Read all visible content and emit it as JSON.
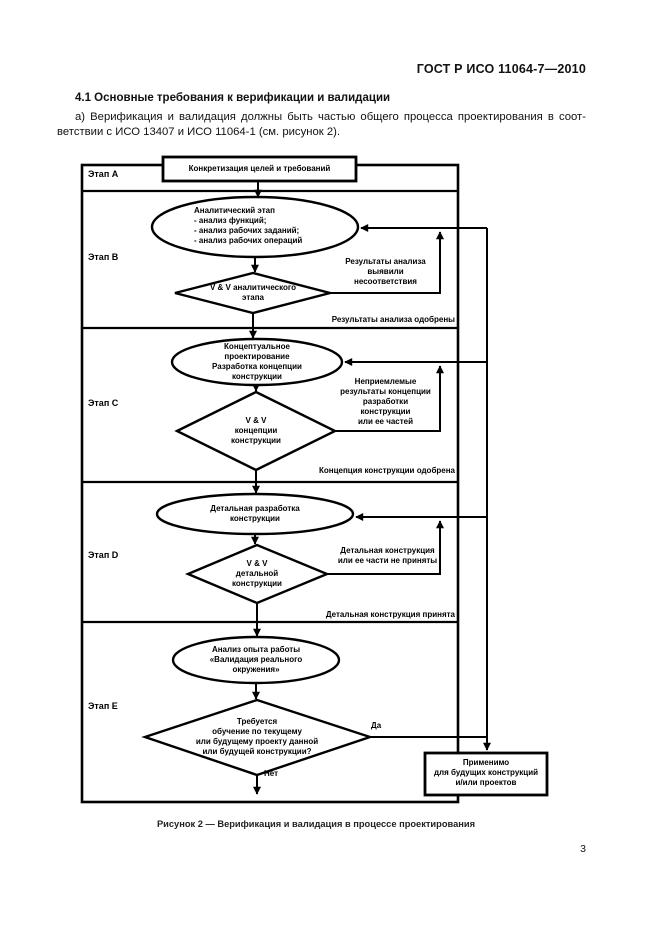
{
  "page": {
    "header": "ГОСТ Р ИСО 11064-7—2010",
    "section_heading": "4.1  Основные требования к верификации и валидации",
    "paragraph_line1": "а) Верификация и валидация должны быть частью общего процесса проектирования в соот-",
    "paragraph_line2": "ветствии с ИСО 13407 и ИСО 11064-1 (см. рисунок 2).",
    "figure_caption": "Рисунок 2 — Верификация и валидация в процессе проектирования",
    "page_number": "3"
  },
  "flowchart": {
    "stages": {
      "a": "Этап A",
      "b": "Этап B",
      "c": "Этап C",
      "d": "Этап D",
      "e": "Этап E"
    },
    "start_box": "Конкретизация целей и требований",
    "stage_b": {
      "ellipse": "Аналитический этап\n- анализ функций;\n- анализ рабочих заданий;\n- анализ рабочих операций",
      "diamond": "V & V аналитического\nэтапа",
      "feedback": "Результаты анализа\nвыявили\nнесоответствия",
      "approved": "Результаты анализа одобрены"
    },
    "stage_c": {
      "ellipse": "Концептуальное\nпроектирование\nРазработка концепции\nконструкции",
      "diamond": "V & V\nконцепции\nконструкции",
      "feedback": "Неприемлемые\nрезультаты концепции\nразработки\nконструкции\nили ее частей",
      "approved": "Концепция конструкции одобрена"
    },
    "stage_d": {
      "ellipse": "Детальная разработка\nконструкции",
      "diamond": "V & V\nдетальной\nконструкции",
      "feedback": "Детальная конструкция\nили ее части не приняты",
      "approved": "Детальная конструкция принята"
    },
    "stage_e": {
      "ellipse": "Анализ опыта работы\n«Валидация реального\nокружения»",
      "diamond": "Требуется\nобучение по текущему\nили будущему проекту данной\nили будущей конструкции?",
      "yes_label": "Да",
      "no_label": "Нет"
    },
    "future_box": "Применимо\nдля будущих конструкций\nи/или проектов"
  }
}
